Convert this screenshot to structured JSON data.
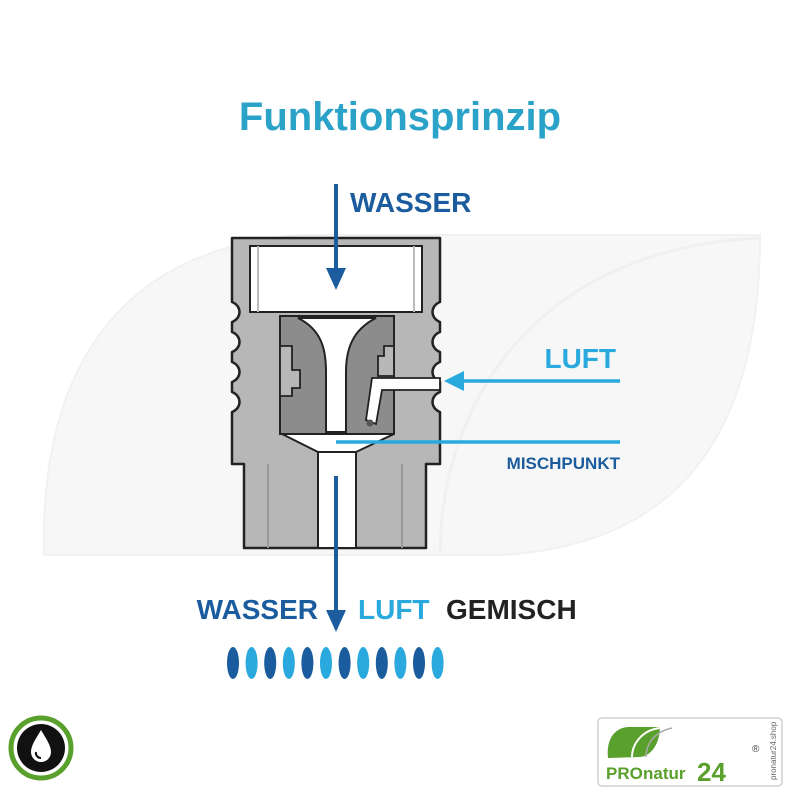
{
  "title": "Funktionsprinzip",
  "labels": {
    "water_in": "WASSER",
    "air": "LUFT",
    "mix_point": "MISCHPUNKT",
    "result_water": "WASSER",
    "result_air": "LUFT",
    "result_mix": "GEMISCH"
  },
  "logo": {
    "brand_pro": "PRO",
    "brand_natur": "natur",
    "brand_num": "24",
    "registered": "®",
    "side_url": "pronatur24.shop"
  },
  "icons": {
    "badge": "water-drop-icon"
  },
  "colors": {
    "title": "#2ba3c9",
    "water": "#1a5c9e",
    "air": "#2aa9de",
    "dark_text": "#222222",
    "body_grey": "#b4b4b4",
    "body_dark": "#8a8a8a",
    "outline": "#222222",
    "logo_green": "#5aa02c"
  }
}
